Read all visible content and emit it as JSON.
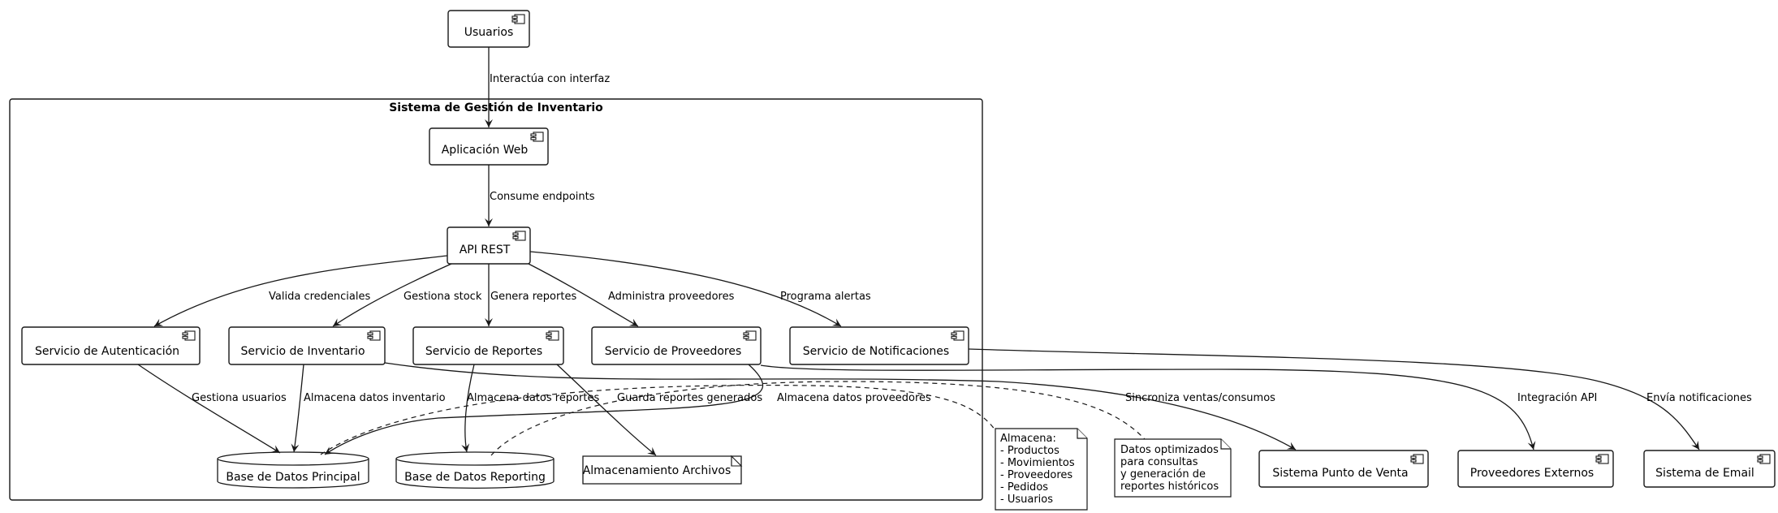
{
  "diagram": {
    "package_title": "Sistema de Gestión de Inventario",
    "components": {
      "usuarios": "Usuarios",
      "app_web": "Aplicación Web",
      "api_rest": "API REST",
      "srv_auth": "Servicio de Autenticación",
      "srv_inv": "Servicio de Inventario",
      "srv_rep": "Servicio de Reportes",
      "srv_prov": "Servicio de Proveedores",
      "srv_notif": "Servicio de Notificaciones",
      "pos": "Sistema Punto de Venta",
      "prov_ext": "Proveedores Externos",
      "email": "Sistema de Email"
    },
    "databases": {
      "db_main": "Base de Datos Principal",
      "db_rep": "Base de Datos Reporting"
    },
    "artifacts": {
      "files": "Almacenamiento Archivos"
    },
    "edge_labels": {
      "interactua": "Interactúa con interfaz",
      "consume": "Consume endpoints",
      "valida": "Valida credenciales",
      "gestiona_stock": "Gestiona stock",
      "genera": "Genera reportes",
      "administra": "Administra proveedores",
      "programa": "Programa alertas",
      "gestiona_usuarios": "Gestiona usuarios",
      "alm_inv": "Almacena datos inventario",
      "alm_rep": "Almacena datos reportes",
      "guarda": "Guarda reportes generados",
      "alm_prov": "Almacena datos proveedores",
      "sincroniza": "Sincroniza ventas/consumos",
      "integracion": "Integración API",
      "envia": "Envía notificaciones"
    },
    "notes": {
      "main_lines": [
        "Almacena:",
        "- Productos",
        "- Movimientos",
        "- Proveedores",
        "- Pedidos",
        "- Usuarios"
      ],
      "rep_lines": [
        "Datos optimizados",
        "para consultas",
        "y generación de",
        "reportes históricos"
      ]
    }
  }
}
